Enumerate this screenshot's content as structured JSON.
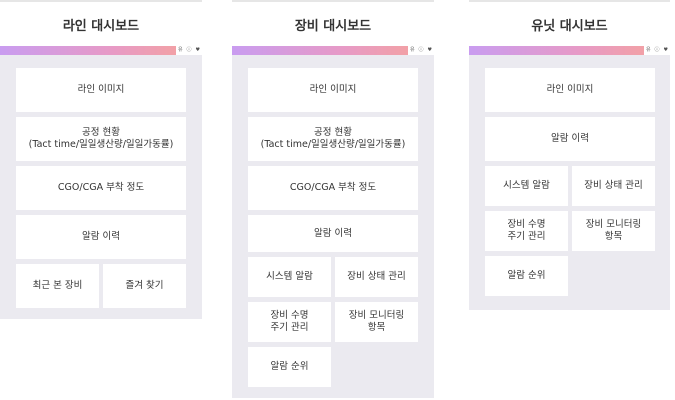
{
  "line": {
    "title": "라인 대시보드",
    "tools": [
      "유",
      "ⓘ",
      "♥"
    ],
    "tiles": {
      "line_image": "라인 이미지",
      "process_status": "공정 현황\n(Tact time/일일생산량/일일가동률)",
      "cgo_cga": "CGO/CGA 부착 정도",
      "alarm_history": "알람 이력",
      "recent_equipment": "최근 본 장비",
      "favorites": "즐겨 찾기"
    }
  },
  "equipment": {
    "title": "장비 대시보드",
    "tools": [
      "유",
      "ⓘ",
      "♥"
    ],
    "tiles": {
      "line_image": "라인 이미지",
      "process_status": "공정 현황\n(Tact time/일일생산량/일일가동률)",
      "cgo_cga": "CGO/CGA 부착 정도",
      "alarm_history": "알람 이력",
      "system_alarm": "시스템 알람",
      "equipment_status": "장비 상태 관리",
      "equipment_life": "장비 수명\n주기 관리",
      "equipment_monitoring": "장비 모니터링\n항목",
      "alarm_rank": "알람 순위"
    }
  },
  "unit": {
    "title": "유닛 대시보드",
    "tools": [
      "유",
      "ⓘ",
      "♥"
    ],
    "tiles": {
      "line_image": "라인 이미지",
      "alarm_history": "알람 이력",
      "system_alarm": "시스템 알람",
      "equipment_status": "장비 상태 관리",
      "equipment_life": "장비 수명\n주기 관리",
      "equipment_monitoring": "장비 모니터링\n항목",
      "alarm_rank": "알람 순위"
    }
  },
  "colors": {
    "header_gradient_start": "#c99cf0",
    "header_gradient_mid": "#e79ac6",
    "header_gradient_end": "#f6a39a",
    "body_background": "#ebeaf0",
    "tile_background": "#ffffff"
  }
}
